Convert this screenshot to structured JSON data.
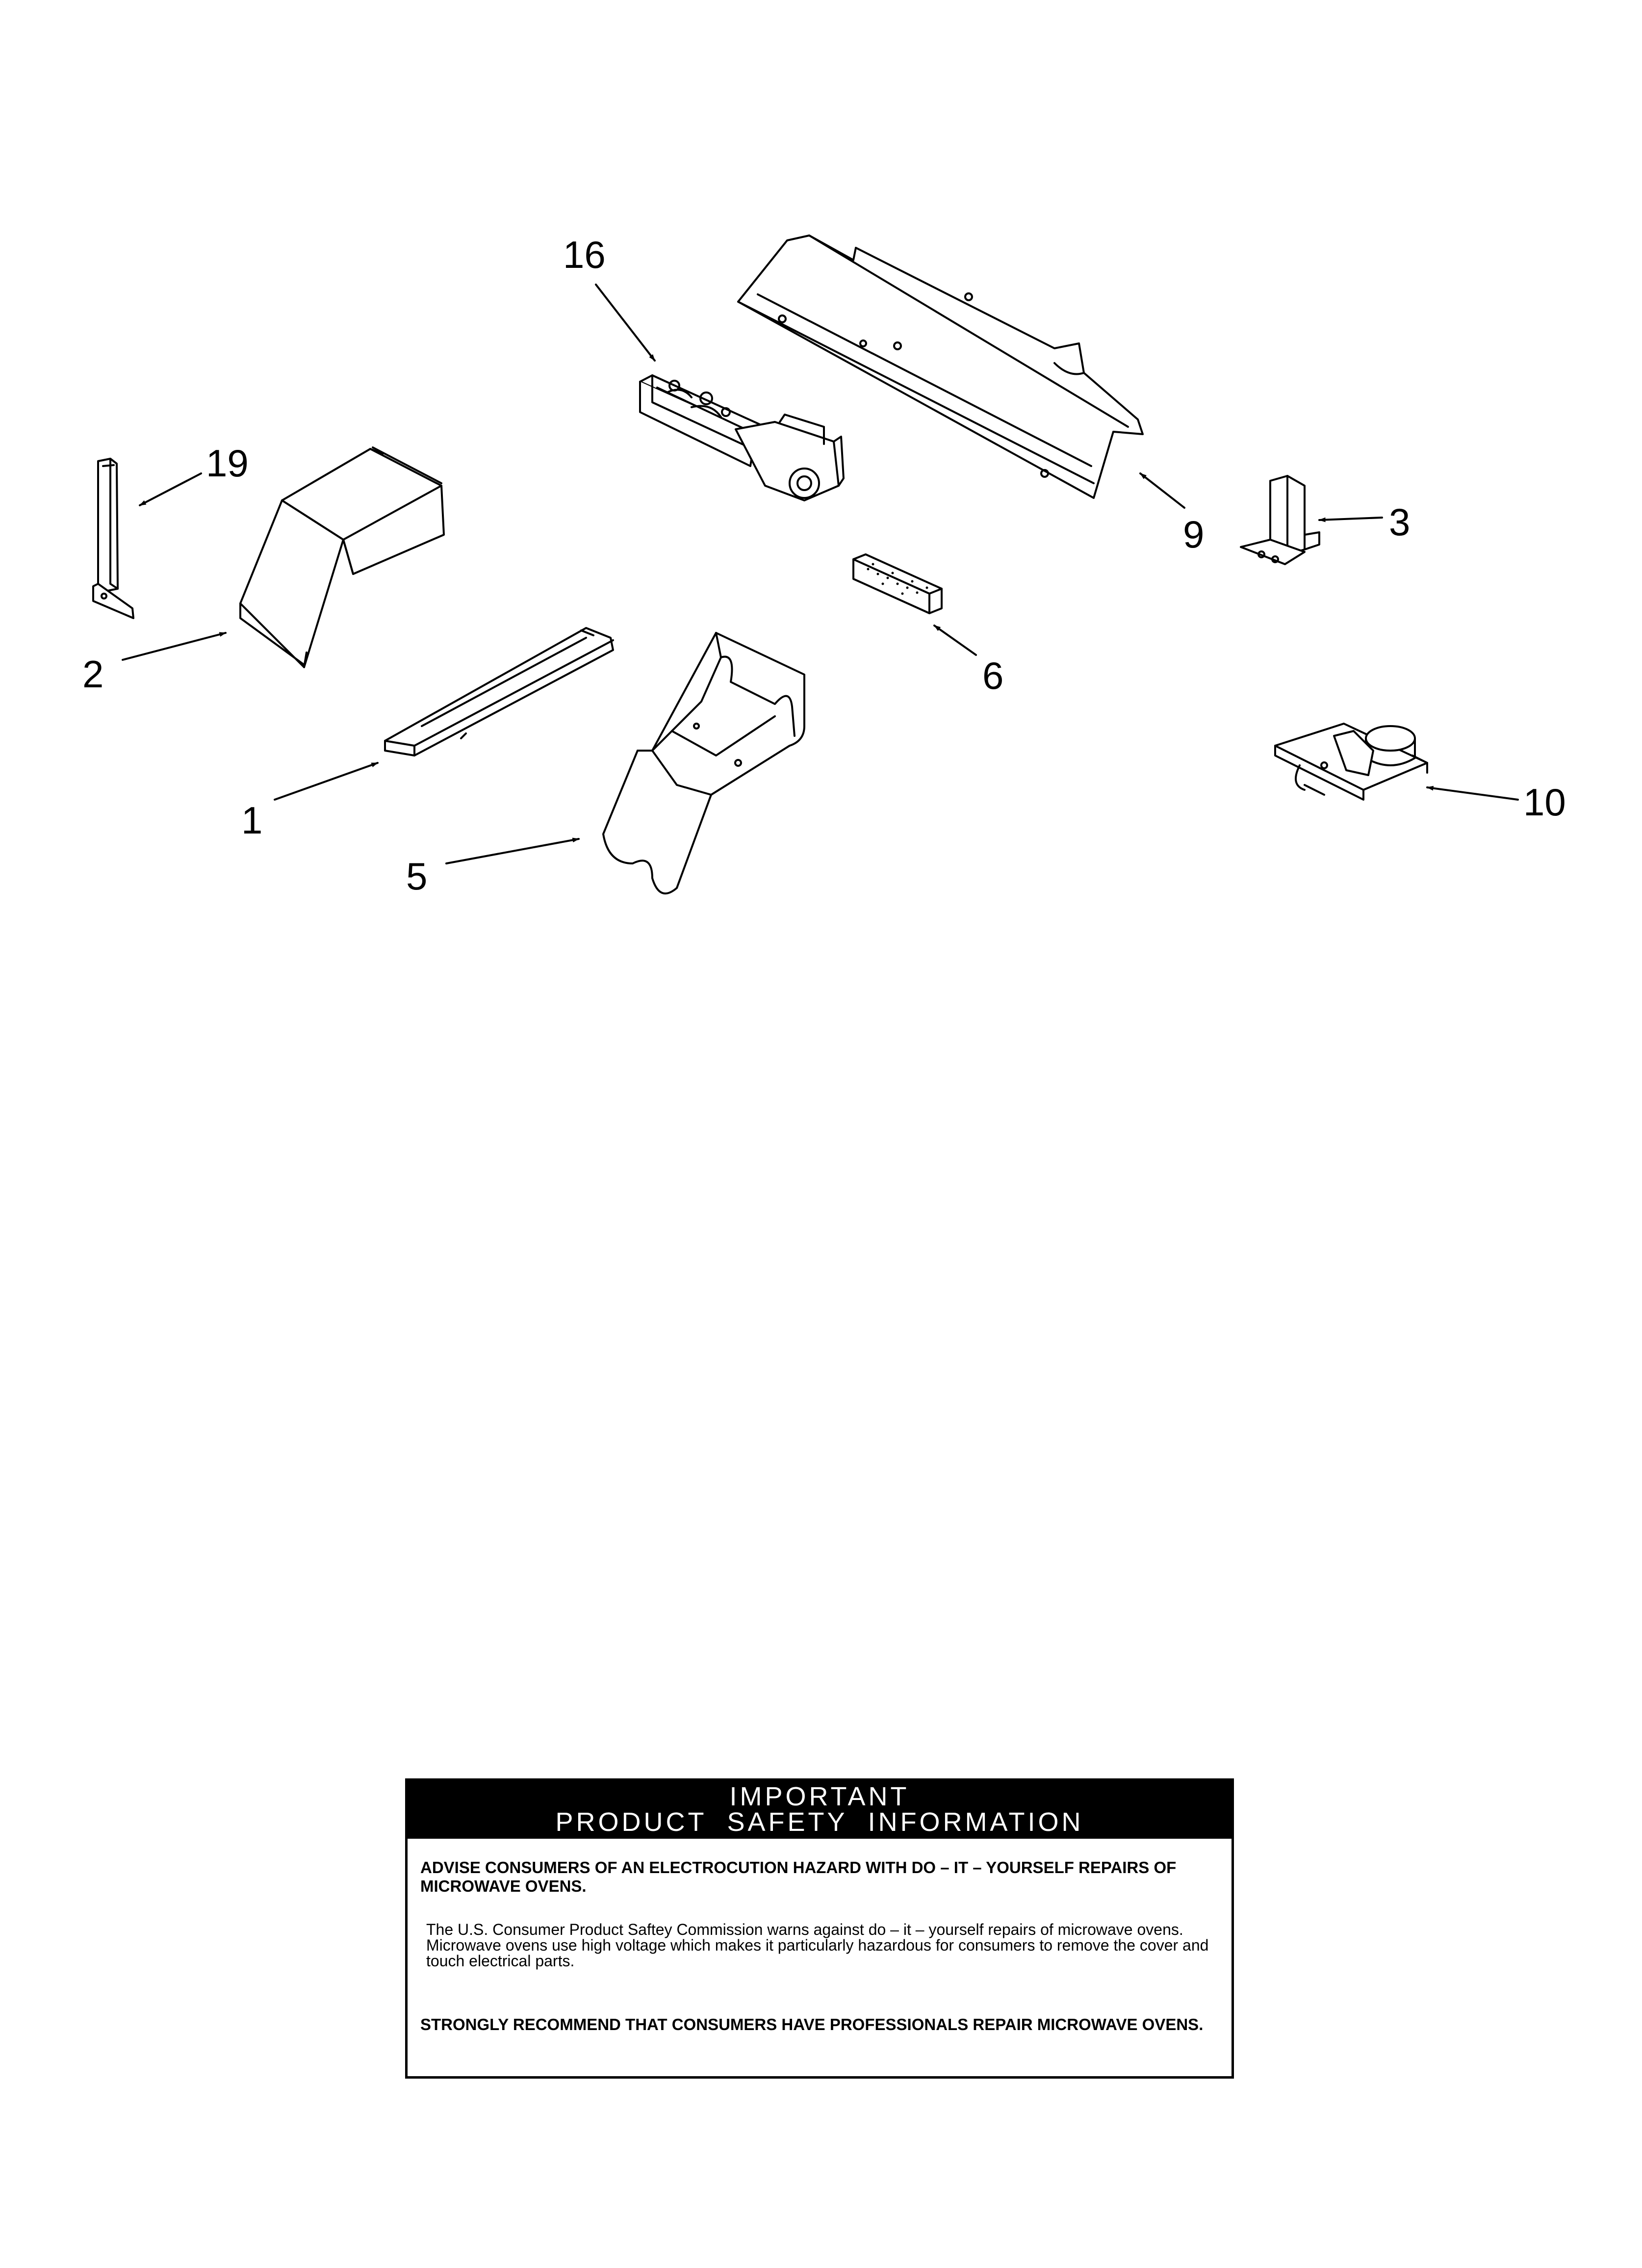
{
  "callouts": {
    "p16": "16",
    "p19": "19",
    "p2": "2",
    "p1": "1",
    "p5": "5",
    "p6": "6",
    "p9": "9",
    "p3": "3",
    "p10": "10"
  },
  "safety": {
    "header_line1": "IMPORTANT",
    "header_line2": "PRODUCT  SAFETY  INFORMATION",
    "advise": "ADVISE CONSUMERS OF AN ELECTROCUTION HAZARD WITH DO – IT – YOURSELF REPAIRS OF MICROWAVE OVENS.",
    "body": "The U.S. Consumer Product Saftey Commission warns against do – it – yourself repairs of microwave ovens. Microwave ovens use high voltage which makes it particularly hazardous for consumers to remove the cover and touch electrical parts.",
    "recommend": "STRONGLY RECOMMEND THAT CONSUMERS HAVE PROFESSIONALS REPAIR MICROWAVE OVENS."
  }
}
